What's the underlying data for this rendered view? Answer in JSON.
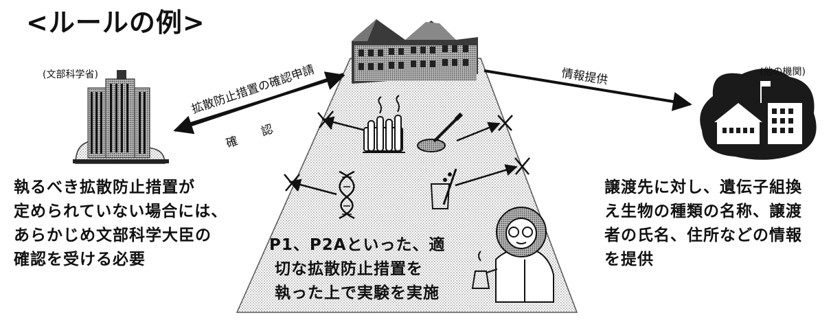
{
  "title": "<ルールの例>",
  "ministry": {
    "label": "(文部科学省)",
    "description": [
      "執るべき拡散防止措置が",
      "定められていない場合には、",
      "あらかじめ文部科学大臣の",
      "確認を受ける必要"
    ]
  },
  "arrows": {
    "request_label": "拡散防止措置の確認申請",
    "confirm_label": "確　認",
    "info_label": "情報提供"
  },
  "other_org": {
    "label": "(他の機関)",
    "description": [
      "譲渡先に対し、遺伝子組換",
      "え生物の種類の名称、譲渡",
      "者の氏名、住所などの情報",
      "を提供"
    ]
  },
  "lab": {
    "description": [
      "P1、P2Aといった、適",
      "切な拡散防止措置を",
      "執った上で実験を実施"
    ]
  }
}
